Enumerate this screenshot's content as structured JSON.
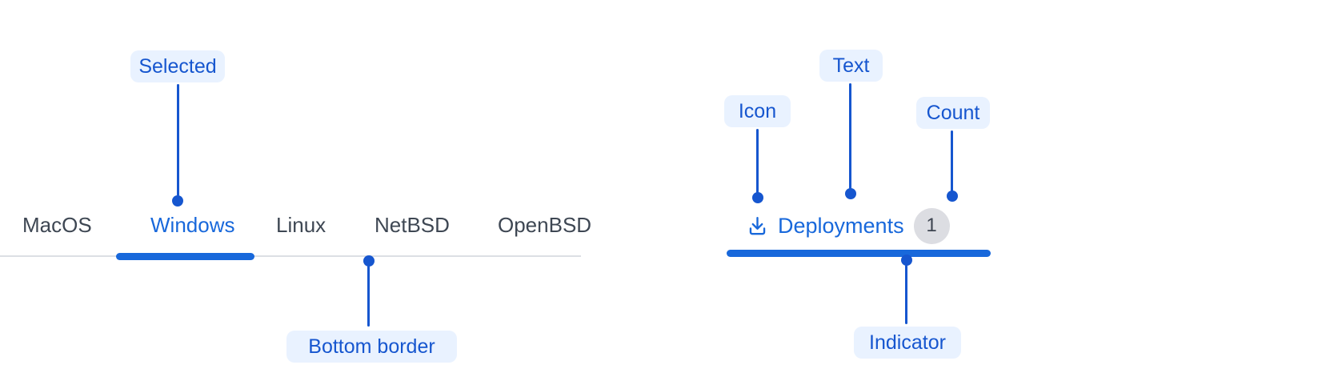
{
  "colors": {
    "background": "#FFFFFF",
    "accent": "#1868DB",
    "connector": "#1656CF",
    "pill_bg": "#E9F2FF",
    "pill_text": "#1656CF",
    "tab_text": "#3E4753",
    "border": "#DCDFE4",
    "badge_bg": "#DCDDE2",
    "badge_text": "#3D4450"
  },
  "os_tabs": {
    "items": [
      {
        "label": "MacOS",
        "selected": false
      },
      {
        "label": "Windows",
        "selected": true
      },
      {
        "label": "Linux",
        "selected": false
      },
      {
        "label": "NetBSD",
        "selected": false
      },
      {
        "label": "OpenBSD",
        "selected": false
      }
    ]
  },
  "deployments_tab": {
    "icon": "download-icon",
    "label": "Deployments",
    "count": "1"
  },
  "annotations": {
    "selected": {
      "label": "Selected"
    },
    "bottom_border": {
      "label": "Bottom border"
    },
    "icon": {
      "label": "Icon"
    },
    "text": {
      "label": "Text"
    },
    "count": {
      "label": "Count"
    },
    "indicator": {
      "label": "Indicator"
    }
  }
}
